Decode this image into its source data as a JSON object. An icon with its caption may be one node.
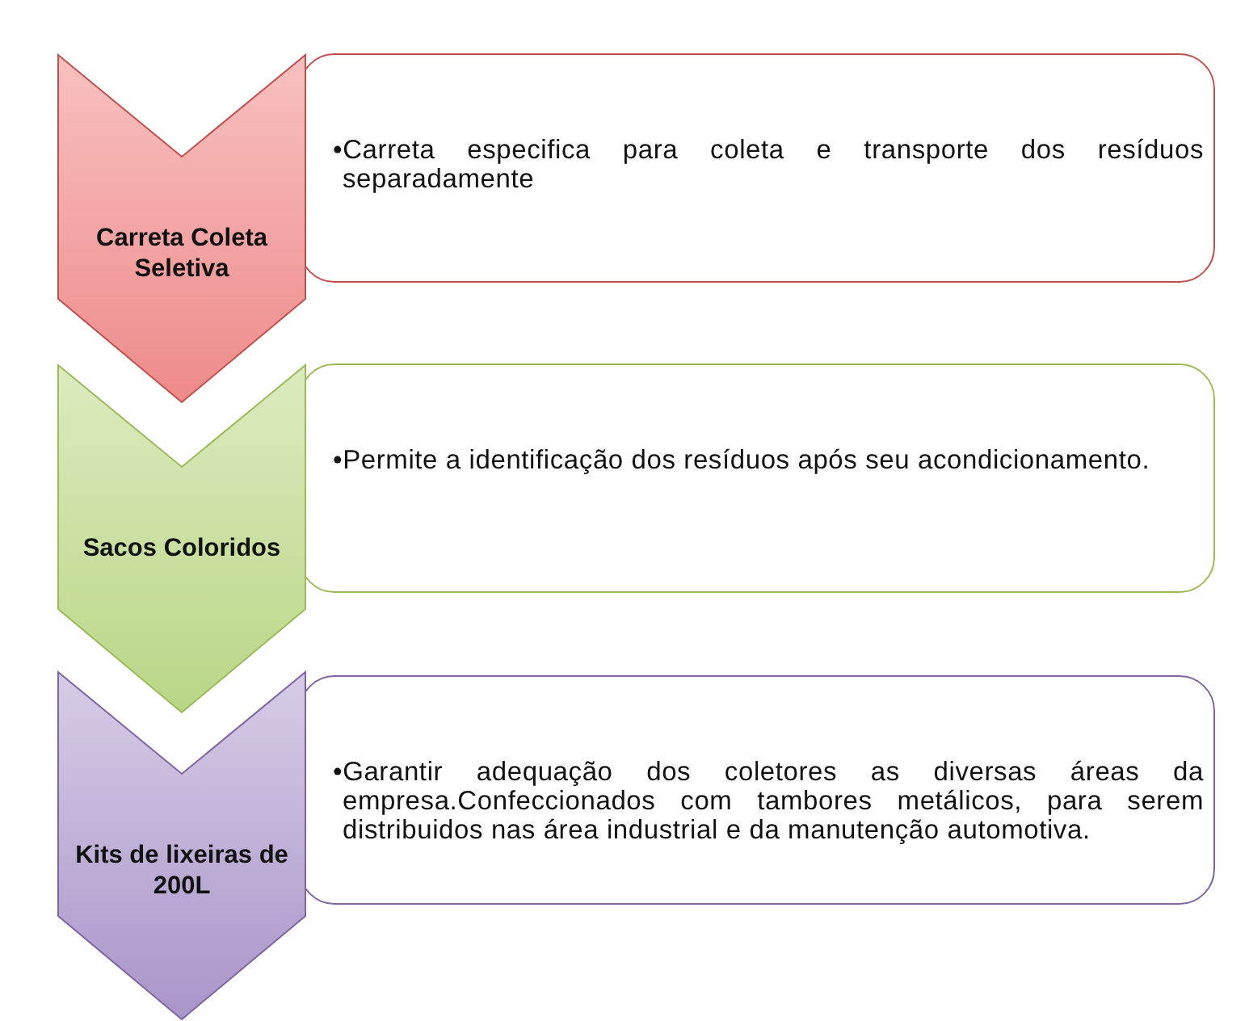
{
  "diagram": {
    "nodes": [
      {
        "text": [
          "Carreta Coleta Seletiva"
        ]
      },
      {
        "text": [
          "•Carreta especifica para coleta e transporte dos resíduos separadamente"
        ]
      },
      {
        "text": [
          "Sacos Coloridos"
        ]
      },
      {
        "text": [
          "•Permite a identificação dos resíduos após seu acondicionamento."
        ]
      },
      {
        "text": [
          "Kits de lixeiras de 200L"
        ]
      },
      {
        "text": [
          "•Garantir adequação dos coletores as diversas áreas da empresa.Confeccionados com tambores metálicos, para serem distribuidos nas área industrial e da manutenção automotiva."
        ]
      }
    ],
    "edges": []
  }
}
